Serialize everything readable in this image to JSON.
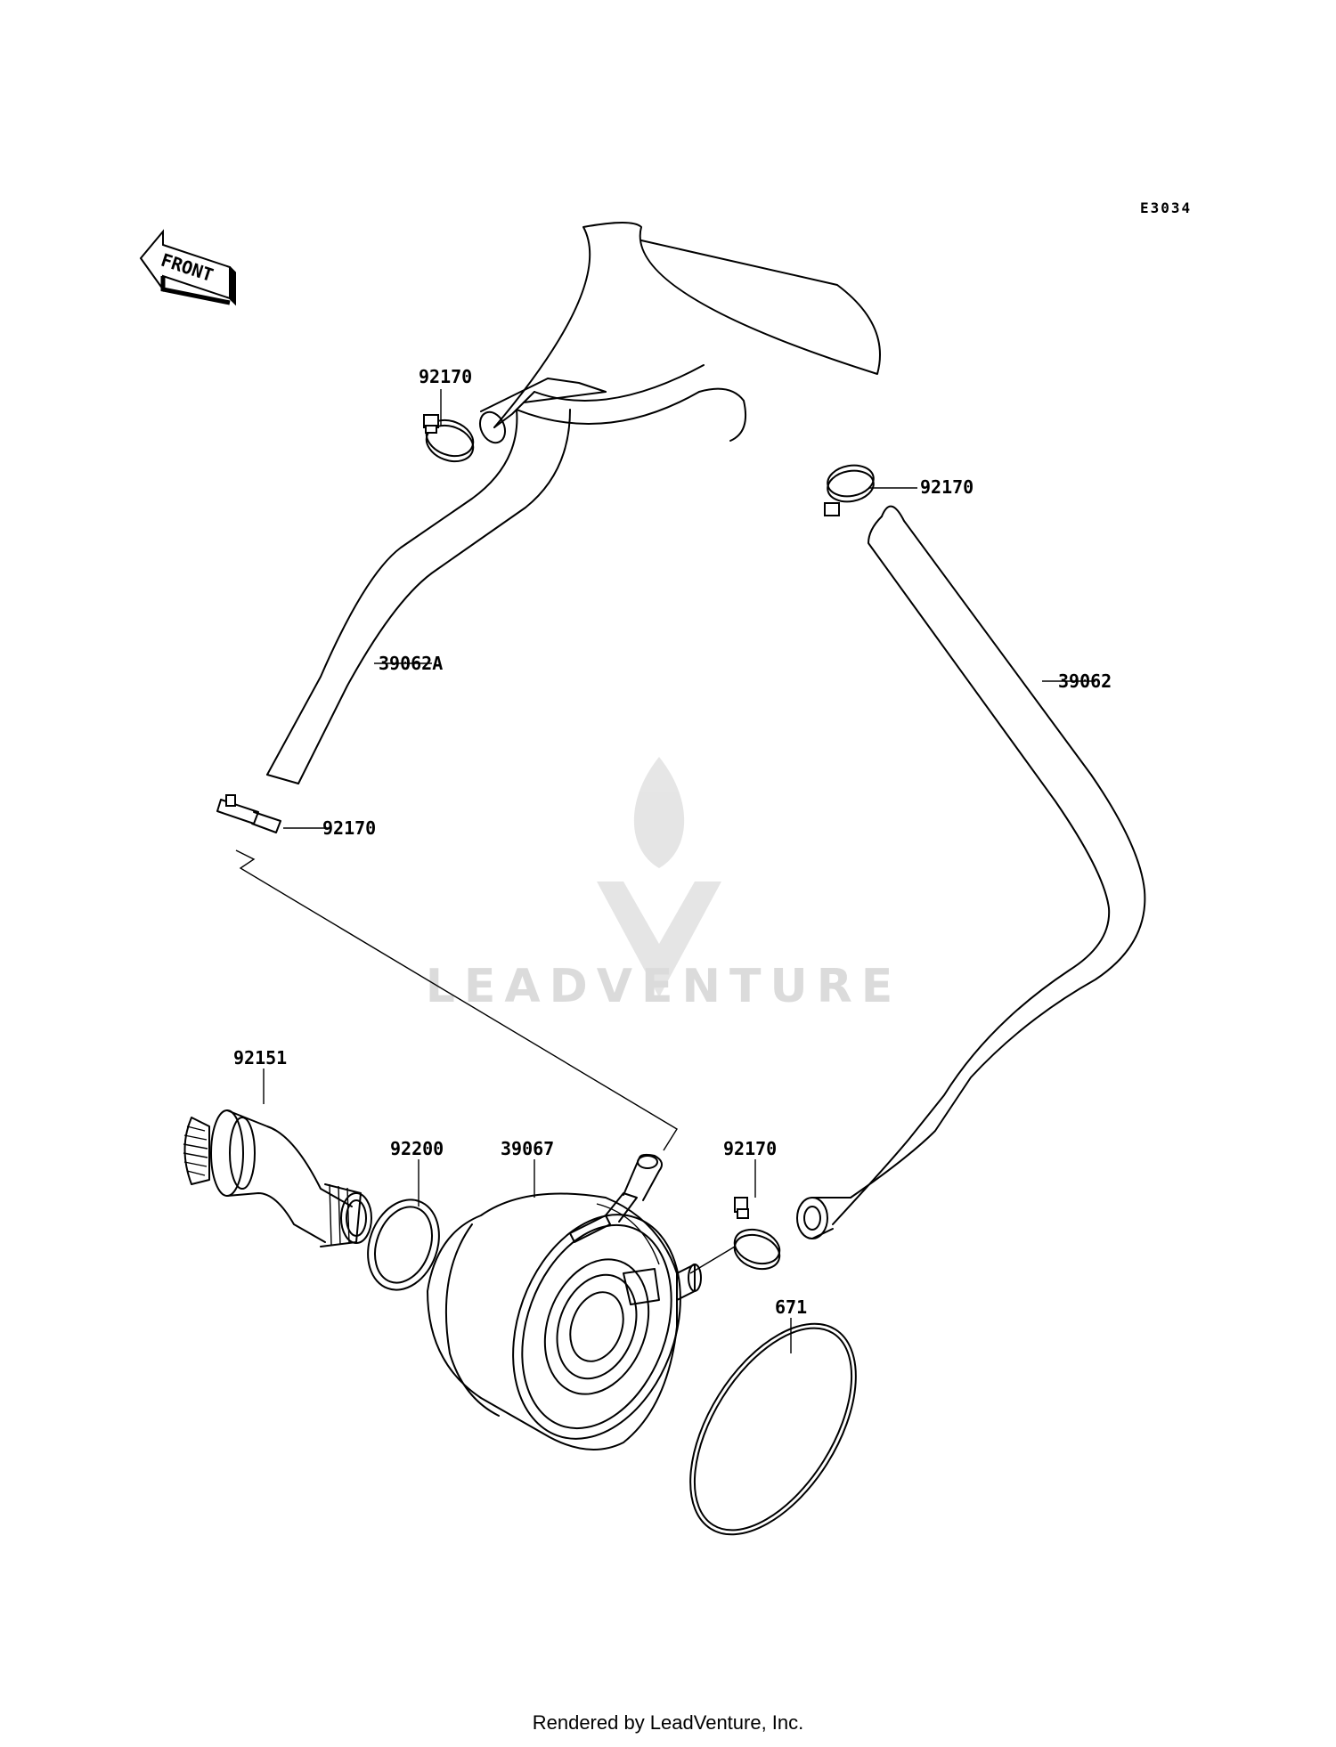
{
  "diagram": {
    "code": "E3034",
    "front_label": "FRONT",
    "watermark": "LEADVENTURE",
    "callouts": {
      "hose_left": "39062A",
      "hose_right": "39062",
      "clamp_top": "92170",
      "clamp_right_top": "92170",
      "clamp_left": "92170",
      "clamp_bottom": "92170",
      "bolt": "92151",
      "washer": "92200",
      "oil_cooler": "39067",
      "o_ring": "671"
    }
  },
  "footer": "Rendered by LeadVenture, Inc."
}
